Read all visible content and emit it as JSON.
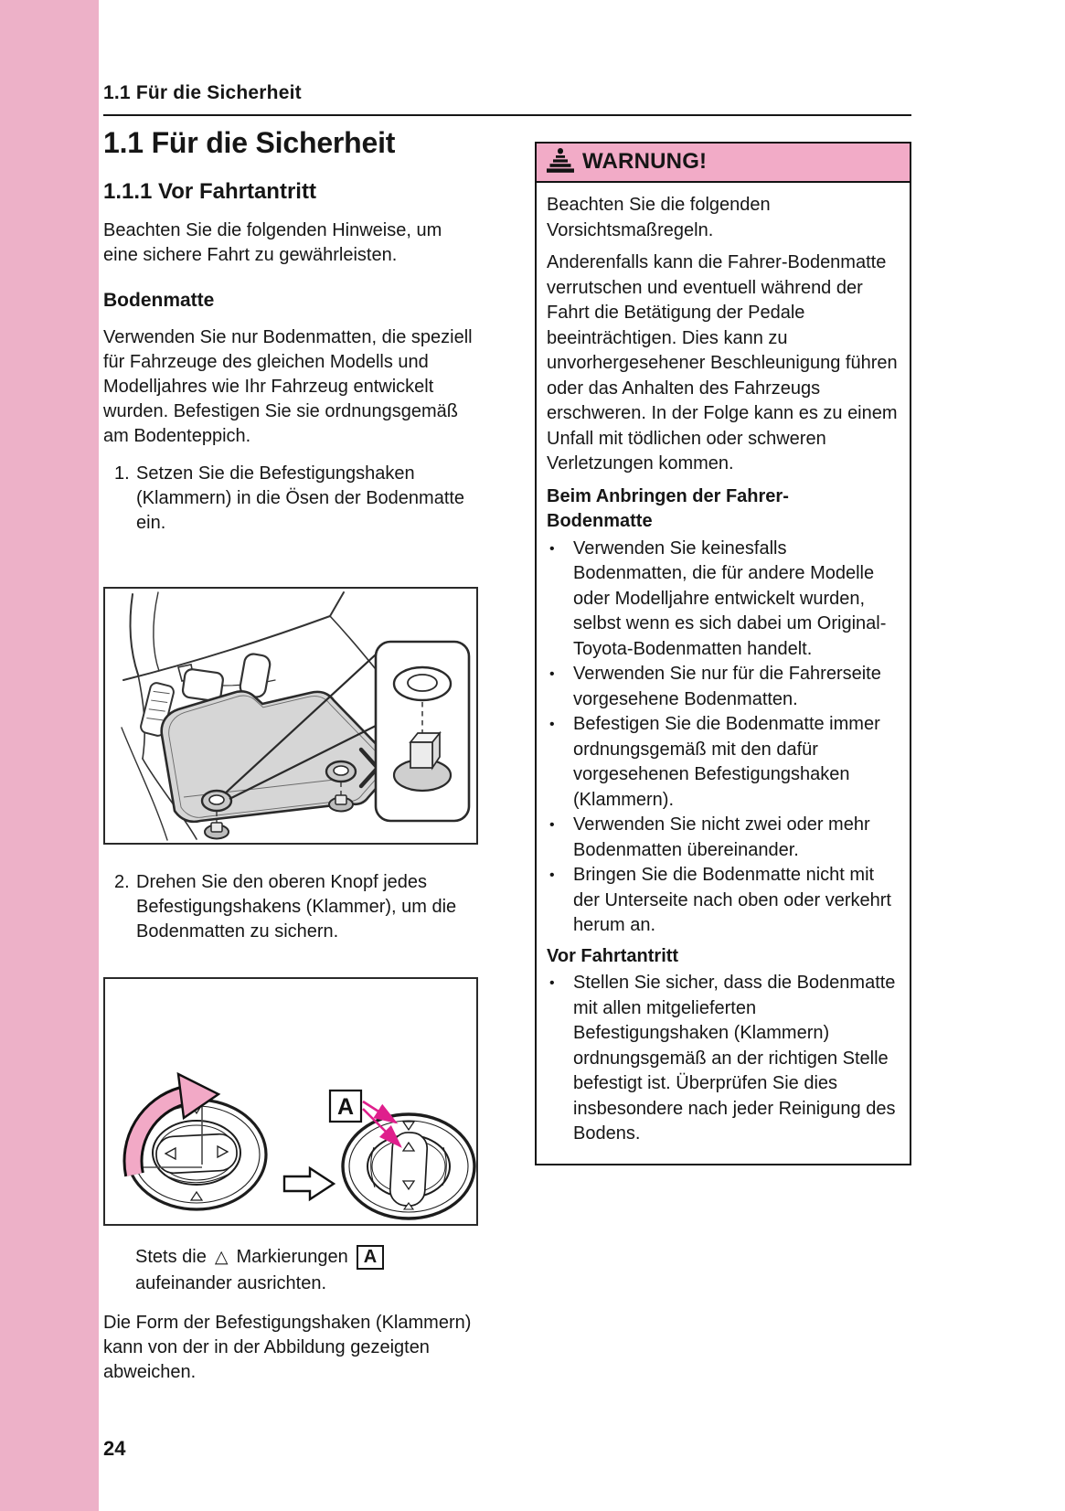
{
  "page": {
    "running_header": "1.1  Für die Sicherheit",
    "page_number": "24"
  },
  "left_column": {
    "title": "1.1  Für die Sicherheit",
    "subtitle": "1.1.1  Vor Fahrtantritt",
    "intro": "Beachten Sie die folgenden Hinweise, um eine sichere Fahrt zu gewährleisten.",
    "heading_bodenmatte": "Bodenmatte",
    "para_bodenmatte": "Verwenden Sie nur Bodenmatten, die speziell für Fahrzeuge des gleichen Modells und Modelljahres wie Ihr Fahrzeug entwickelt wurden. Befestigen Sie sie ordnungsgemäß am Bodenteppich.",
    "step1_num": "1.",
    "step1_text": "Setzen Sie die Befestigungshaken (Klammern) in die Ösen der Bodenmatte ein.",
    "step2_num": "2.",
    "step2_text": "Drehen Sie den oberen Knopf jedes Befestigungshakens (Klammer), um die Bodenmatten zu sichern.",
    "figure2_label": "A",
    "caption": {
      "part1": "Stets die",
      "triangle": "△",
      "part2": "Markierungen",
      "boxed_label": "A",
      "part3": "aufeinander ausrichten."
    },
    "note": "Die Form der Befestigungshaken (Klammern) kann von der in der Abbildung gezeigten abweichen."
  },
  "warning_box": {
    "icon": "warning-triangle",
    "title": "WARNUNG!",
    "para1": "Beachten Sie die folgenden Vorsichtsmaßregeln.",
    "para2": "Anderenfalls kann die Fahrer-Bodenmatte verrutschen und eventuell während der Fahrt die Betätigung der Pedale beeinträchtigen. Dies kann zu unvorhergesehener Beschleunigung führen oder das Anhalten des Fahrzeugs erschweren. In der Folge kann es zu einem Unfall mit tödlichen oder schweren Verletzungen kommen.",
    "subhead1": "Beim Anbringen der Fahrer-Bodenmatte",
    "bullets1": [
      "Verwenden Sie keinesfalls Bodenmatten, die für andere Modelle oder Modelljahre entwickelt wurden, selbst wenn es sich dabei um Original-Toyota-Bodenmatten handelt.",
      "Verwenden Sie nur für die Fahrerseite vorgesehene Bodenmatten.",
      "Befestigen Sie die Bodenmatte immer ordnungsgemäß mit den dafür vorgesehenen Befestigungshaken (Klammern).",
      "Verwenden Sie nicht zwei oder mehr Bodenmatten übereinander.",
      "Bringen Sie die Bodenmatte nicht mit der Unterseite nach oben oder verkehrt herum an."
    ],
    "subhead2": "Vor Fahrtantritt",
    "bullets2": [
      "Stellen Sie sicher, dass die Bodenmatte mit allen mitgelieferten Befestigungshaken (Klammern) ordnungsgemäß an der richtigen Stelle befestigt ist. Überprüfen Sie dies insbesondere nach jeder Reinigung des Bodens."
    ]
  },
  "colors": {
    "edge_strip_pink": "#edb1c8",
    "warning_header_pink": "#f2abc7",
    "callout_magenta": "#df1f8c",
    "rotate_arrow_pink": "#f2a9c6",
    "text": "#161616",
    "mat_gray": "#d6d6d6"
  }
}
